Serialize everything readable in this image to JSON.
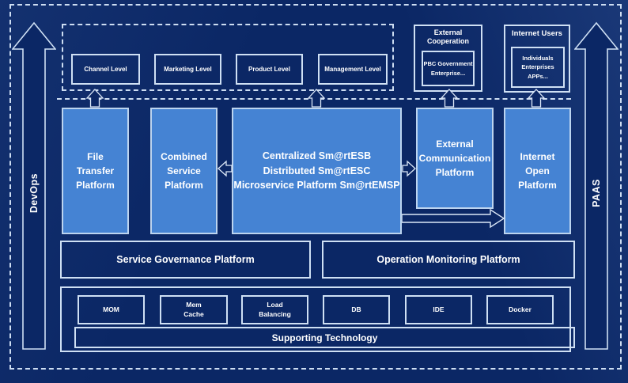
{
  "colors": {
    "background": "#0b2765",
    "platform_blue": "#4583d3",
    "border_light": "#cfe0f4",
    "text": "#ffffff"
  },
  "rails": {
    "left_label": "DevOps",
    "right_label": "PAAS"
  },
  "levels": {
    "items": [
      "Channel Level",
      "Marketing Level",
      "Product Level",
      "Management Level"
    ]
  },
  "external_cooperation": {
    "title": "External\nCooperation",
    "body": "PBC Government\nEnterprise..."
  },
  "internet_users": {
    "title": "Internet Users",
    "body": "Individuals\nEnterprises\nAPPs..."
  },
  "platforms": {
    "file_transfer": "File\nTransfer\nPlatform",
    "combined_service": "Combined\nService\nPlatform",
    "central": "Centralized Sm@rtESB\nDistributed Sm@rtESC\nMicroservice Platform Sm@rtEMSP",
    "external_communication": "External\nCommunication\nPlatform",
    "internet_open": "Internet\nOpen\nPlatform"
  },
  "governance": {
    "service_governance": "Service Governance Platform",
    "operation_monitoring": "Operation Monitoring Platform"
  },
  "supporting": {
    "items": [
      "MOM",
      "Mem\nCache",
      "Load\nBalancing",
      "DB",
      "IDE",
      "Docker"
    ],
    "bar_label": "Supporting Technology"
  }
}
